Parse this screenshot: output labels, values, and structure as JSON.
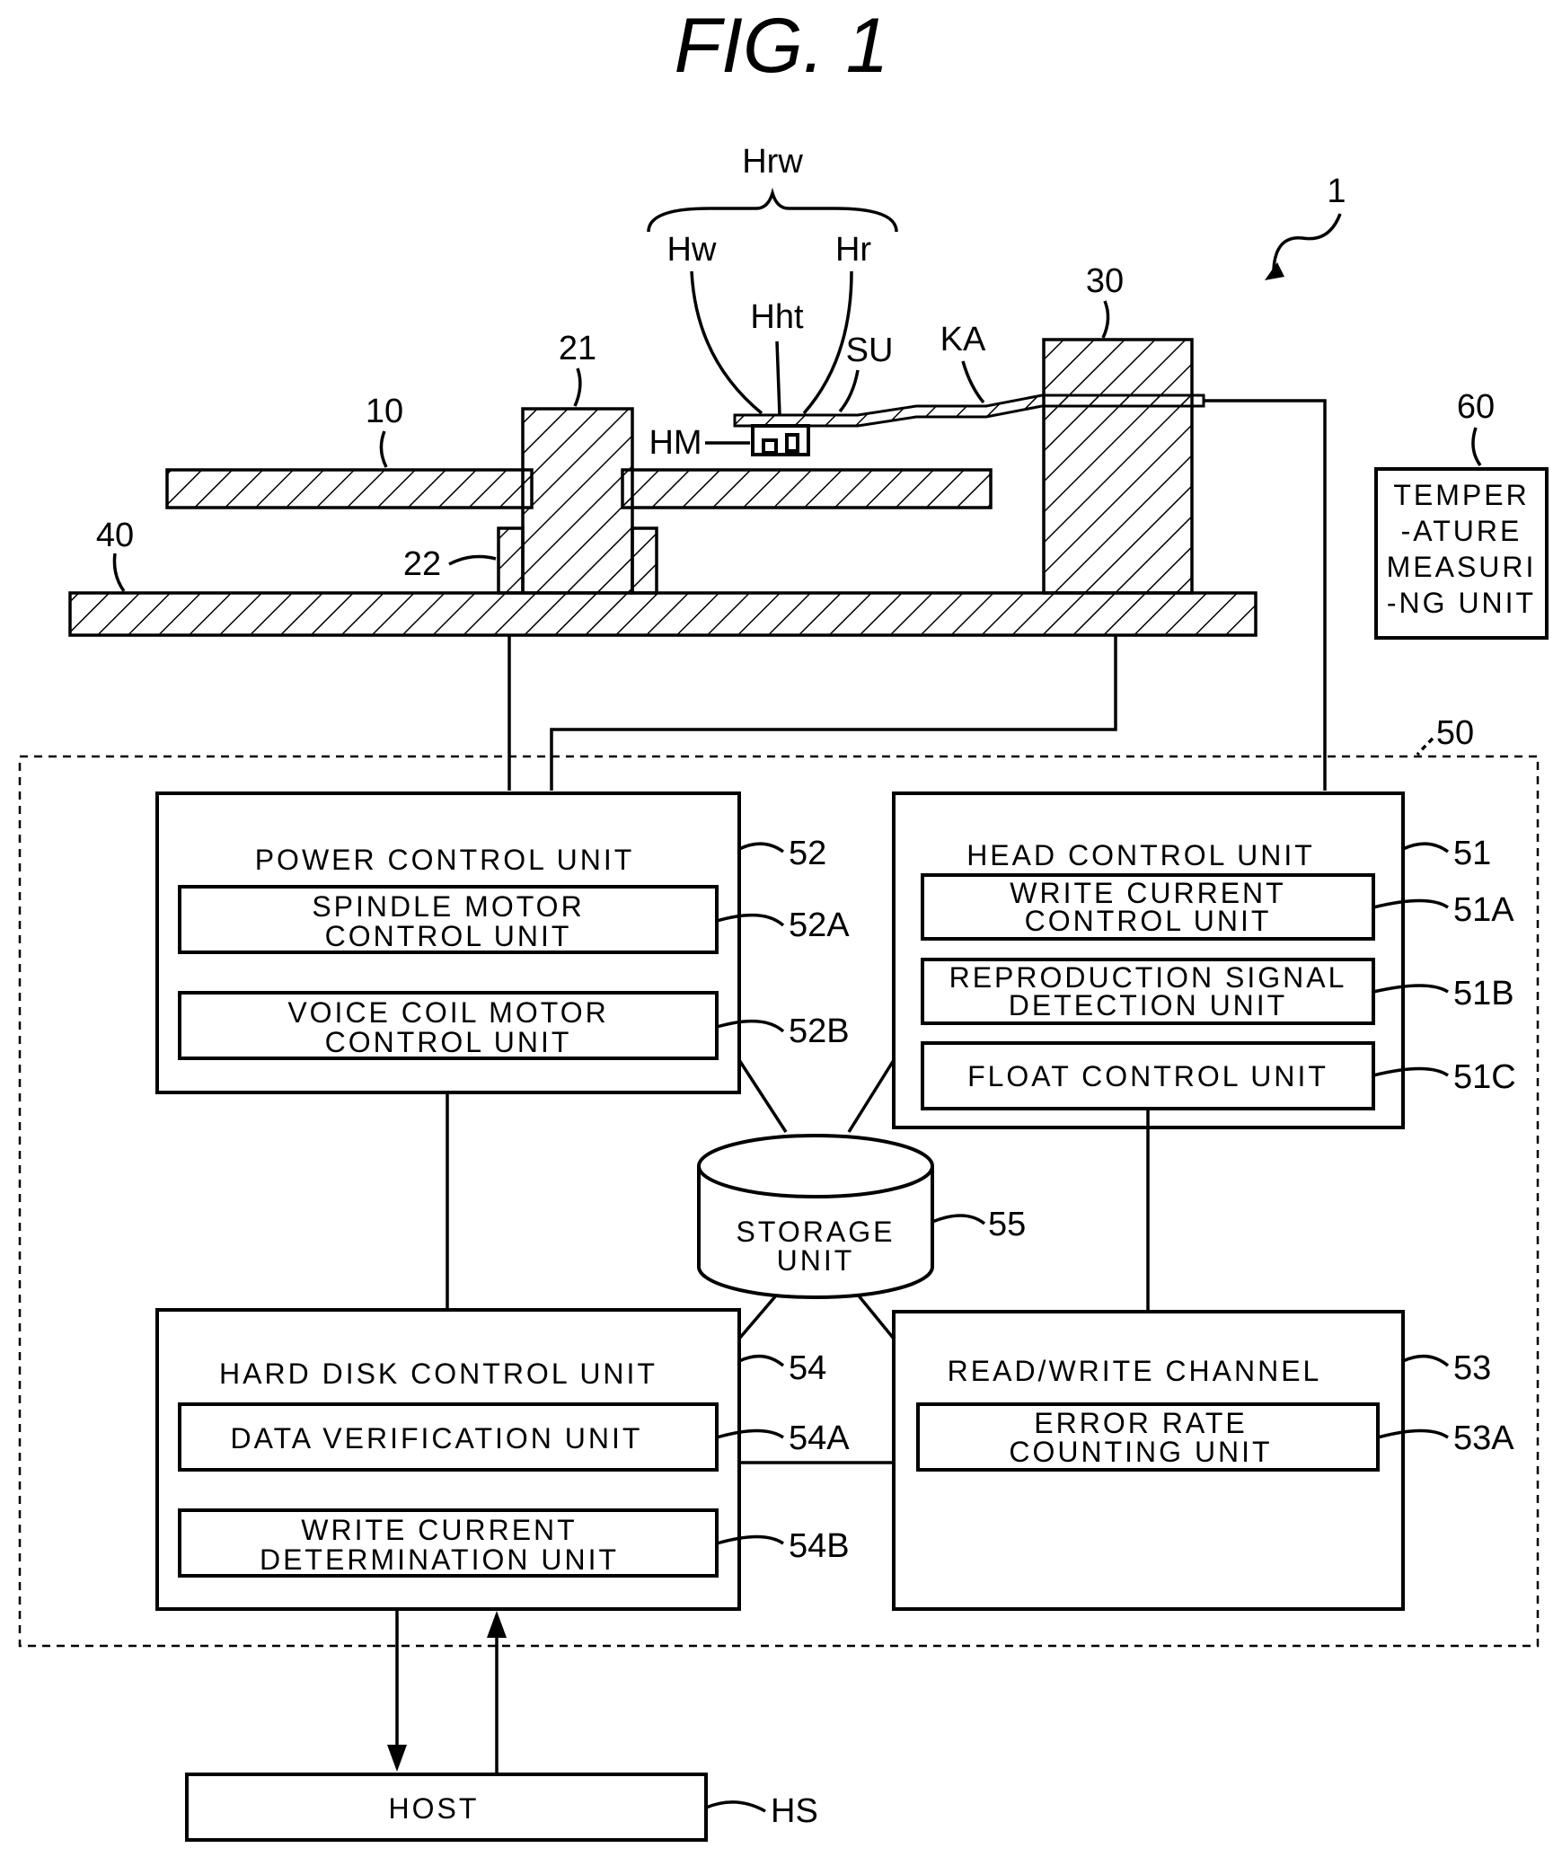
{
  "figure": {
    "title": "FIG. 1",
    "refs": {
      "hrw": "Hrw",
      "hw": "Hw",
      "hr": "Hr",
      "hht": "Hht",
      "su": "SU",
      "ka": "KA",
      "hm": "HM",
      "r1": "1",
      "r10": "10",
      "r21": "21",
      "r22": "22",
      "r30": "30",
      "r40": "40",
      "r60": "60",
      "r50": "50",
      "r52": "52",
      "r52a": "52A",
      "r52b": "52B",
      "r51": "51",
      "r51a": "51A",
      "r51b": "51B",
      "r51c": "51C",
      "r55": "55",
      "r54": "54",
      "r54a": "54A",
      "r54b": "54B",
      "r53": "53",
      "r53a": "53A",
      "hs": "HS"
    },
    "temperature_unit": {
      "line1": "TEMPER",
      "line2": "-ATURE",
      "line3": "MEASURI",
      "line4": "-NG UNIT"
    },
    "power_control": {
      "title": "POWER CONTROL UNIT",
      "spindle_1": "SPINDLE MOTOR",
      "spindle_2": "CONTROL UNIT",
      "vcm_1": "VOICE COIL MOTOR",
      "vcm_2": "CONTROL UNIT"
    },
    "head_control": {
      "title": "HEAD CONTROL UNIT",
      "write_1": "WRITE CURRENT",
      "write_2": "CONTROL UNIT",
      "repro_1": "REPRODUCTION SIGNAL",
      "repro_2": "DETECTION UNIT",
      "float": "FLOAT CONTROL UNIT"
    },
    "storage": {
      "line1": "STORAGE",
      "line2": "UNIT"
    },
    "hdd_control": {
      "title": "HARD DISK CONTROL UNIT",
      "verify": "DATA VERIFICATION UNIT",
      "wcd_1": "WRITE CURRENT",
      "wcd_2": "DETERMINATION UNIT"
    },
    "rw_channel": {
      "title": "READ/WRITE CHANNEL",
      "err_1": "ERROR RATE",
      "err_2": "COUNTING UNIT"
    },
    "host": "HOST"
  }
}
